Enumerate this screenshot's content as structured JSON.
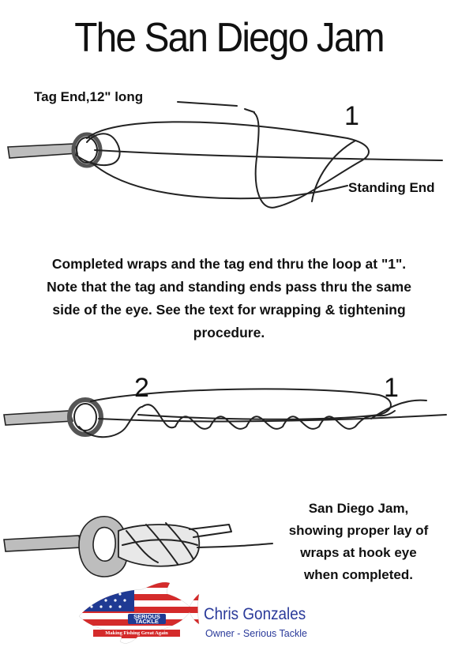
{
  "title": "The San Diego Jam",
  "figure1": {
    "tag_label": "Tag End,12\" long",
    "loop_number": "1",
    "standing_label": "Standing End"
  },
  "caption1": [
    "Completed wraps and the tag end thru the loop at \"1\".",
    "Note that the tag and standing ends pass thru the same",
    "side of the eye. See the text for wrapping & tightening",
    "procedure."
  ],
  "figure2": {
    "marker_left": "2",
    "marker_right": "1"
  },
  "caption2": [
    "San Diego Jam,",
    "showing proper lay of",
    "wraps at hook eye",
    "when completed."
  ],
  "logo": {
    "brand_text": "SERIOUS TACKLE",
    "slogan": "Making Fishing Great Again",
    "flag_colors": {
      "red": "#d42b2b",
      "blue": "#1f3a93",
      "white": "#ffffff"
    }
  },
  "owner": {
    "name": "Chris Gonzales",
    "title": "Owner - Serious Tackle"
  }
}
